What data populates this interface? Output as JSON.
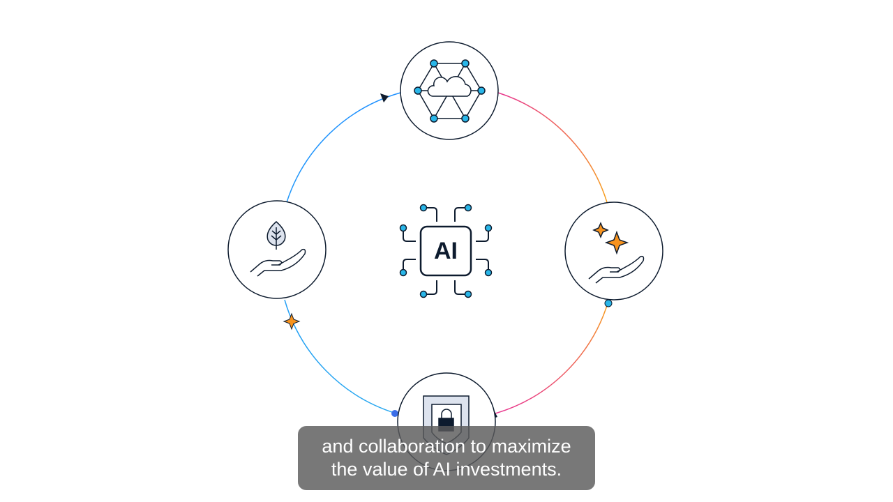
{
  "diagram": {
    "center_label": "AI",
    "nodes": [
      {
        "name": "cloud-network",
        "icon": "cloud-network-icon"
      },
      {
        "name": "sparkle-hand",
        "icon": "sparkle-hand-icon"
      },
      {
        "name": "security",
        "icon": "shield-lock-icon"
      },
      {
        "name": "sustainability",
        "icon": "leaf-hand-icon"
      }
    ],
    "colors": {
      "outline": "#0d1b2e",
      "node_dot": "#29b6e8",
      "star": "#f7931e",
      "blue": "#1e90ff",
      "pink": "#e8358f",
      "orange": "#f7a11a"
    }
  },
  "caption": {
    "line1": "and collaboration to maximize",
    "line2": "the value of AI investments."
  }
}
